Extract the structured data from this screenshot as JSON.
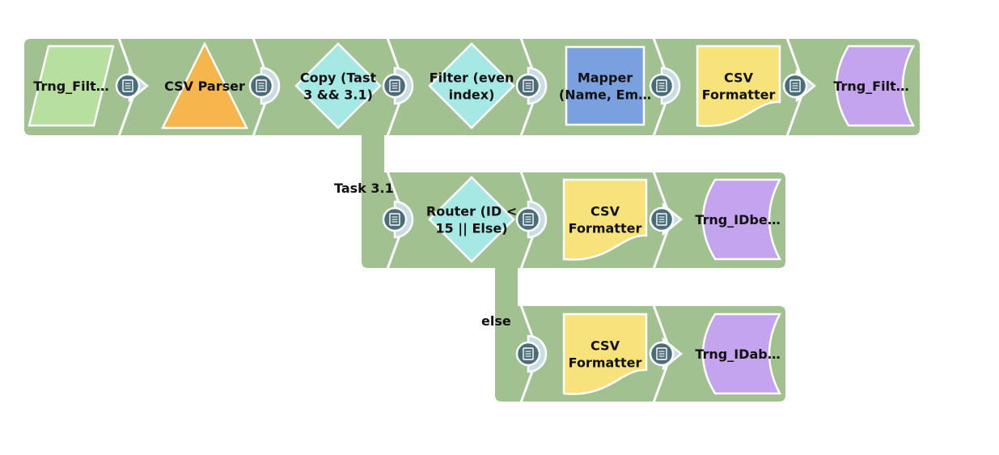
{
  "pipeline": {
    "row1": [
      {
        "label": [
          "Trng_Filt…"
        ],
        "shape": "parallelogram",
        "color": "#b7dfa0"
      },
      {
        "label": [
          "CSV Parser"
        ],
        "shape": "triangle",
        "color": "#f5b64e"
      },
      {
        "label": [
          "Copy (Tast",
          "3 && 3.1)"
        ],
        "shape": "diamond",
        "color": "#a6e8e4"
      },
      {
        "label": [
          "Filter (even",
          "index)"
        ],
        "shape": "diamond",
        "color": "#a6e8e4"
      },
      {
        "label": [
          "Mapper",
          "(Name, Em…"
        ],
        "shape": "rect",
        "color": "#7ba0e0"
      },
      {
        "label": [
          "CSV",
          "Formatter"
        ],
        "shape": "doc",
        "color": "#f8e27c"
      },
      {
        "label": [
          "Trng_Filt…"
        ],
        "shape": "store",
        "color": "#c4a4ee"
      }
    ],
    "row2": {
      "path_label": "Task 3.1",
      "snaps": [
        {
          "label": [
            "Router (ID <",
            "15 || Else)"
          ],
          "shape": "diamond",
          "color": "#a6e8e4"
        },
        {
          "label": [
            "CSV",
            "Formatter"
          ],
          "shape": "doc",
          "color": "#f8e27c"
        },
        {
          "label": [
            "Trng_IDbe…"
          ],
          "shape": "store",
          "color": "#c4a4ee"
        }
      ]
    },
    "row3": {
      "path_label": "else",
      "snaps": [
        {
          "label": [
            "CSV",
            "Formatter"
          ],
          "shape": "doc",
          "color": "#f8e27c"
        },
        {
          "label": [
            "Trng_IDab…"
          ],
          "shape": "store",
          "color": "#c4a4ee"
        }
      ]
    }
  },
  "colors": {
    "pipe": "#a1c190",
    "connector": "#4a6d78",
    "port": "#ffffff"
  }
}
